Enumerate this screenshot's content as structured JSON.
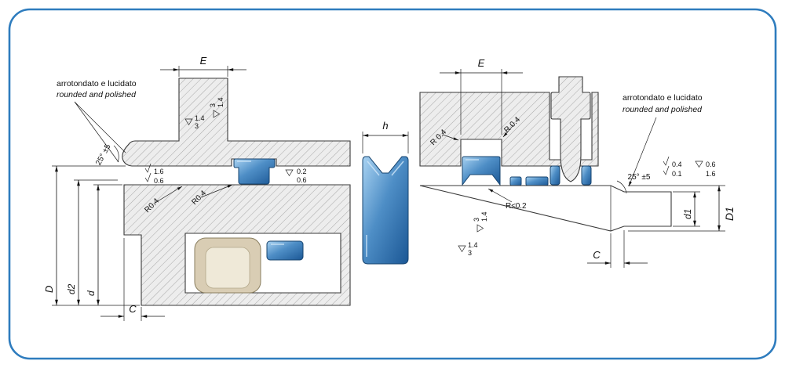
{
  "drawing": {
    "colors": {
      "frame_border": "#2e7cbe",
      "seal_blue": "#2f6fae",
      "guide_ring_tan": "#d9cdb4",
      "hatch_fill": "#ededed"
    },
    "left_view": {
      "note_line1": "arrotondato  e lucidato",
      "note_line2": "rounded and polished",
      "dim_e": "E",
      "angle": "25° ±5",
      "tip_finish_top": "1.6",
      "tip_finish_bottom": "0.6",
      "radius_label_1": "R0.4",
      "radius_label_2": "R0.4",
      "groove_finish_top": "0.2",
      "groove_finish_bottom": "0.6",
      "rough_rot_n1": "3",
      "rough_rot_n2": "1.4",
      "rough_tri_n1": "1.4",
      "rough_tri_n2": "3",
      "dim_D": "D",
      "dim_d2": "d2",
      "dim_d": "d",
      "dim_C": "C"
    },
    "profile_view": {
      "dim_h": "h"
    },
    "right_view": {
      "note_line1": "arrotondato e lucidato",
      "note_line2": "rounded and polished",
      "dim_e": "E",
      "radius_label_1": "R 0.4",
      "radius_label_2": "R 0.4",
      "angle": "25° ±5",
      "step_finish_top": "0.4",
      "step_finish_bottom": "0.1",
      "tri_finish_top": "0.6",
      "tri_finish_bottom": "1.6",
      "groove_radius": "R≤0.2",
      "rough_rot_n1": "3",
      "rough_rot_n2": "1.4",
      "rough_tri_n1": "1.4",
      "rough_tri_n2": "3",
      "dim_C": "C",
      "dim_d1": "d1",
      "dim_D1": "D1"
    }
  }
}
